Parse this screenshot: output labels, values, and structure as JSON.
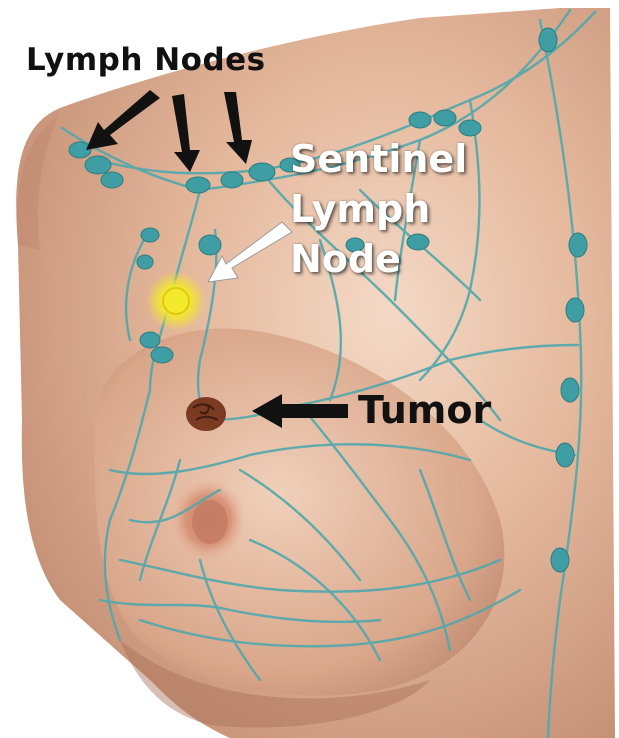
{
  "labels": {
    "lymph_nodes": "Lymph Nodes",
    "sentinel_line1": "Sentinel",
    "sentinel_line2": "Lymph",
    "sentinel_line3": "Node",
    "tumor": "Tumor"
  },
  "colors": {
    "skin": "#d9a78a",
    "skin_light": "#f1d2bd",
    "vessel": "#4fa8ad",
    "node": "#3f9ea4",
    "sentinel_glow": "#f3ea2a",
    "tumor": "#7a3b22",
    "arrow_black": "#111111",
    "arrow_white": "#ffffff"
  }
}
